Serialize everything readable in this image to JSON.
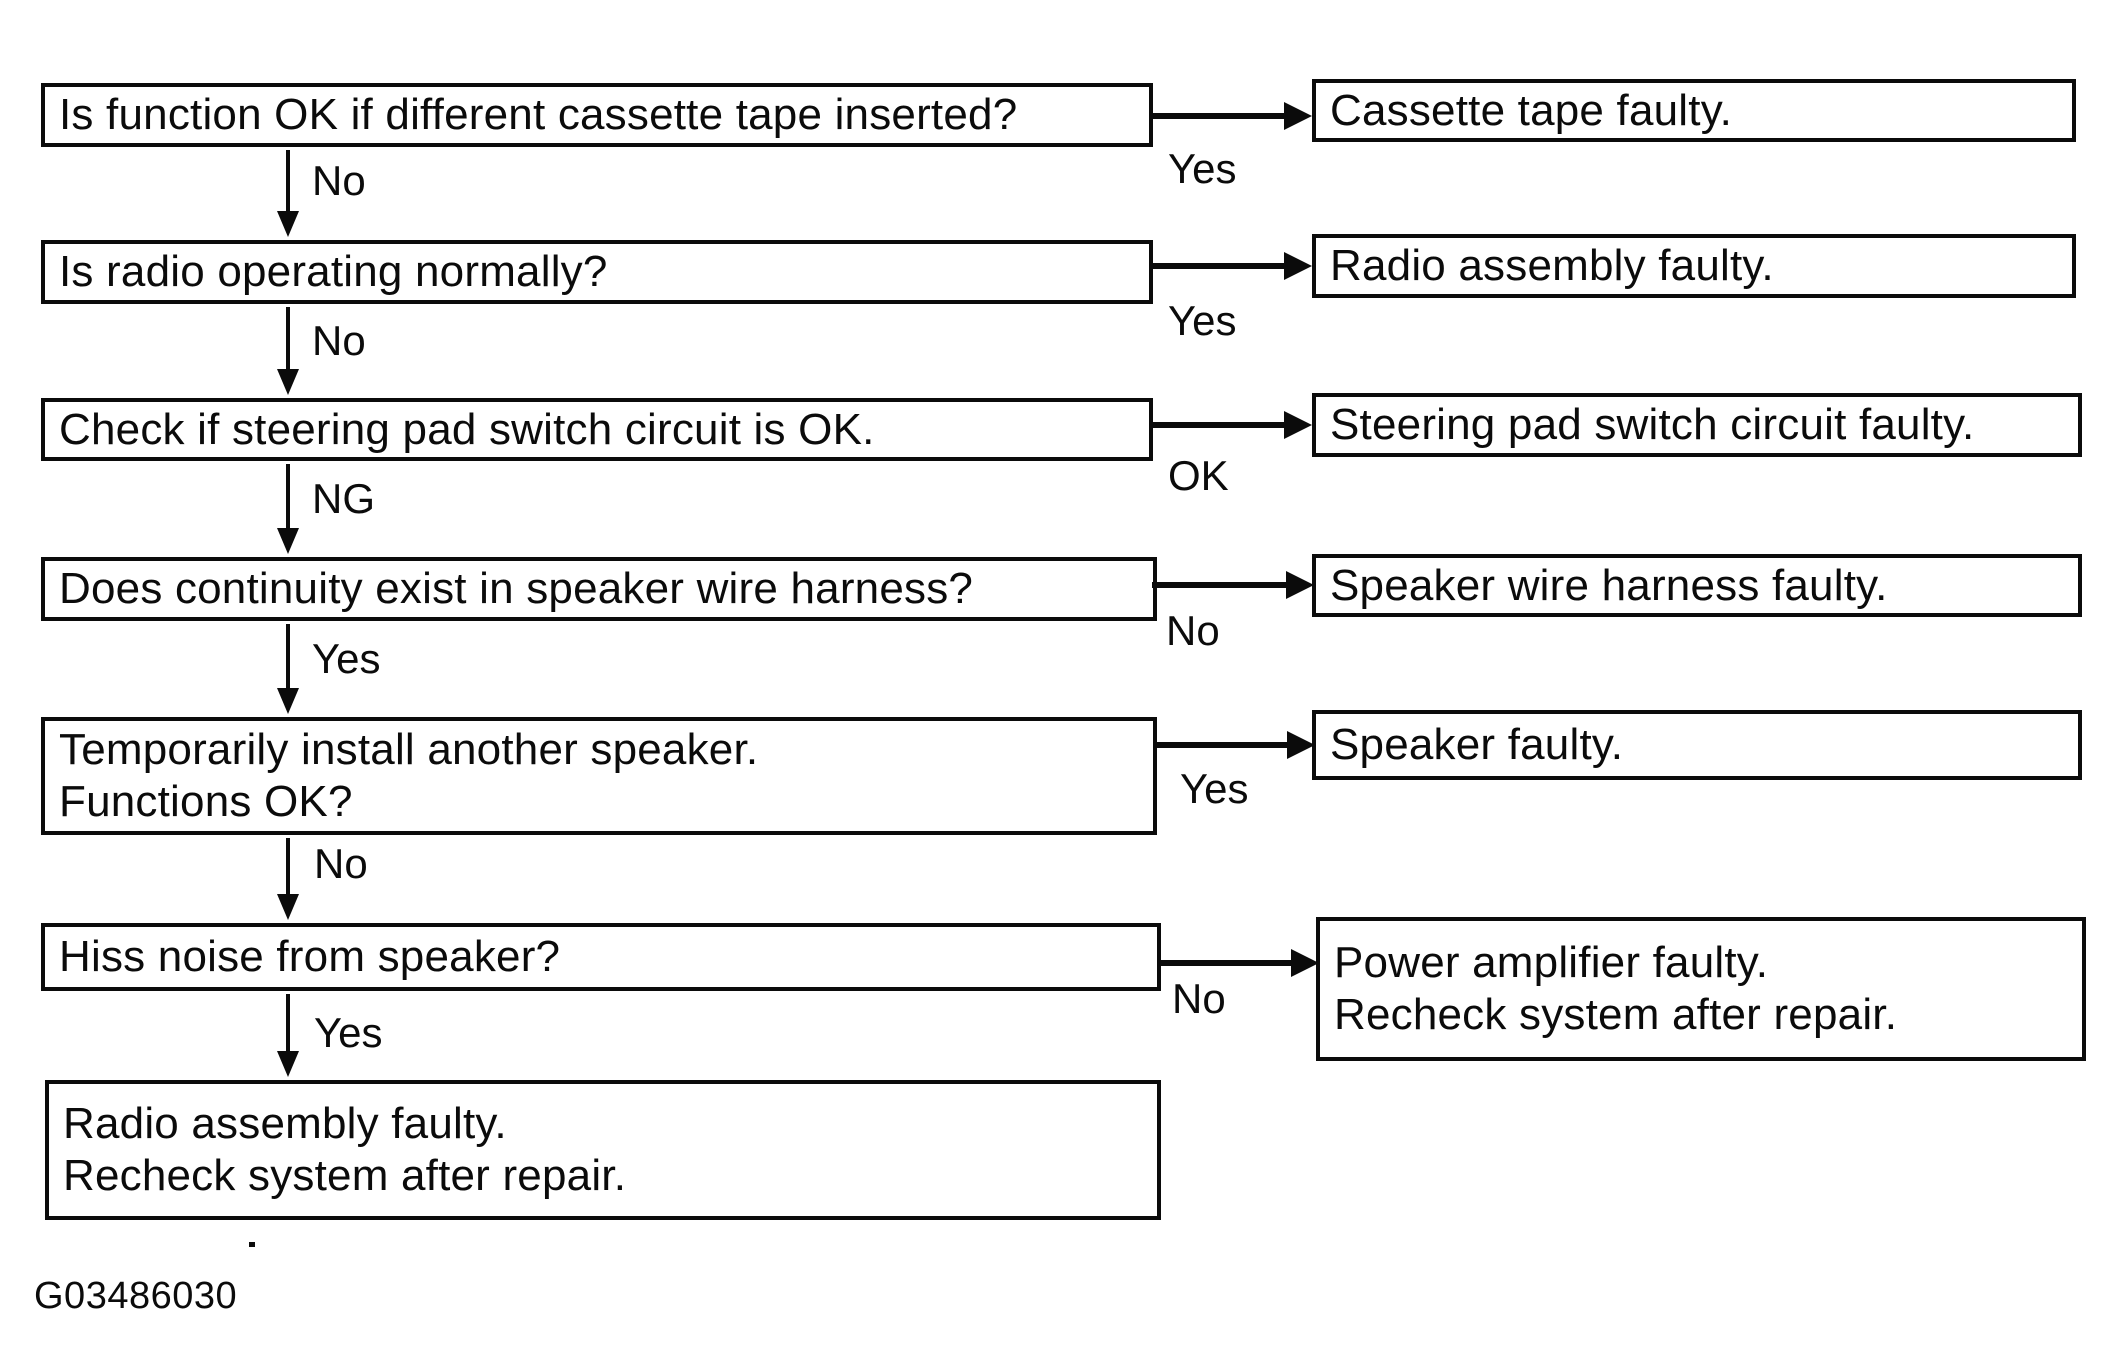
{
  "figure_code": "G03486030",
  "colors": {
    "ink": "#0b0b0b",
    "background": "#ffffff"
  },
  "flow": {
    "rows": [
      {
        "question": "Is function OK if different cassette tape inserted?",
        "branch_label": "Yes",
        "result": "Cassette tape faulty.",
        "down_label": "No"
      },
      {
        "question": "Is radio operating normally?",
        "branch_label": "Yes",
        "result": "Radio assembly faulty.",
        "down_label": "No"
      },
      {
        "question": "Check if steering pad switch circuit is OK.",
        "branch_label": "OK",
        "result": "Steering pad switch circuit faulty.",
        "down_label": "NG"
      },
      {
        "question": "Does continuity exist in speaker wire harness?",
        "branch_label": "No",
        "result": "Speaker wire harness faulty.",
        "down_label": "Yes"
      },
      {
        "question_line1": "Temporarily install another speaker.",
        "question_line2": "Functions OK?",
        "branch_label": "Yes",
        "result": "Speaker faulty.",
        "down_label": "No"
      },
      {
        "question": "Hiss noise from speaker?",
        "branch_label": "No",
        "result_line1": "Power amplifier faulty.",
        "result_line2": "Recheck system after repair.",
        "down_label": "Yes"
      }
    ],
    "terminal": {
      "line1": "Radio assembly faulty.",
      "line2": "Recheck system after repair."
    }
  }
}
